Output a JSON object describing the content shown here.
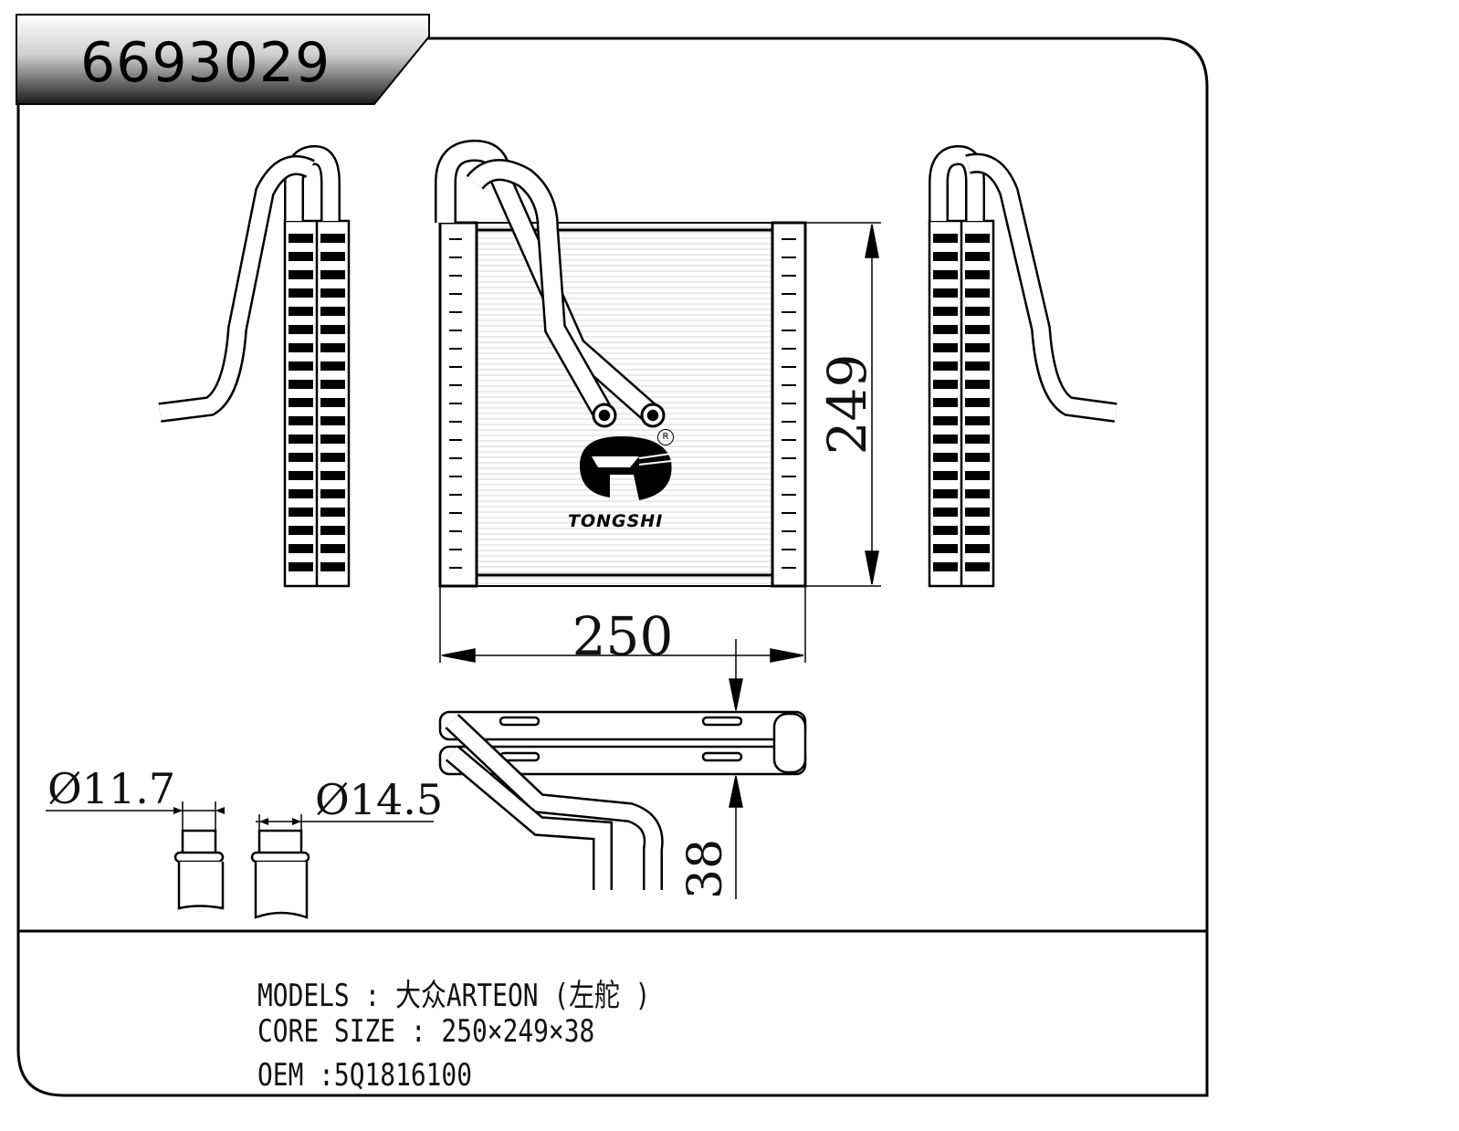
{
  "part_number": "6693029",
  "dimensions": {
    "width": "250",
    "height": "249",
    "depth": "38",
    "pipe_small": "Ø11.7",
    "pipe_large": "Ø14.5"
  },
  "brand": {
    "name": "TONGSHI",
    "registered_mark": "R",
    "icon": "tongshi-logo-icon"
  },
  "specs": {
    "models": "MODELS : 大众ARTEON (左舵 )",
    "core_size": "CORE SIZE : 250×249×38",
    "oem": "OEM :5Q1816100"
  },
  "colors": {
    "line": "#000000",
    "background": "#ffffff",
    "header_dark": "#111111",
    "header_light": "#f2f2f2"
  }
}
